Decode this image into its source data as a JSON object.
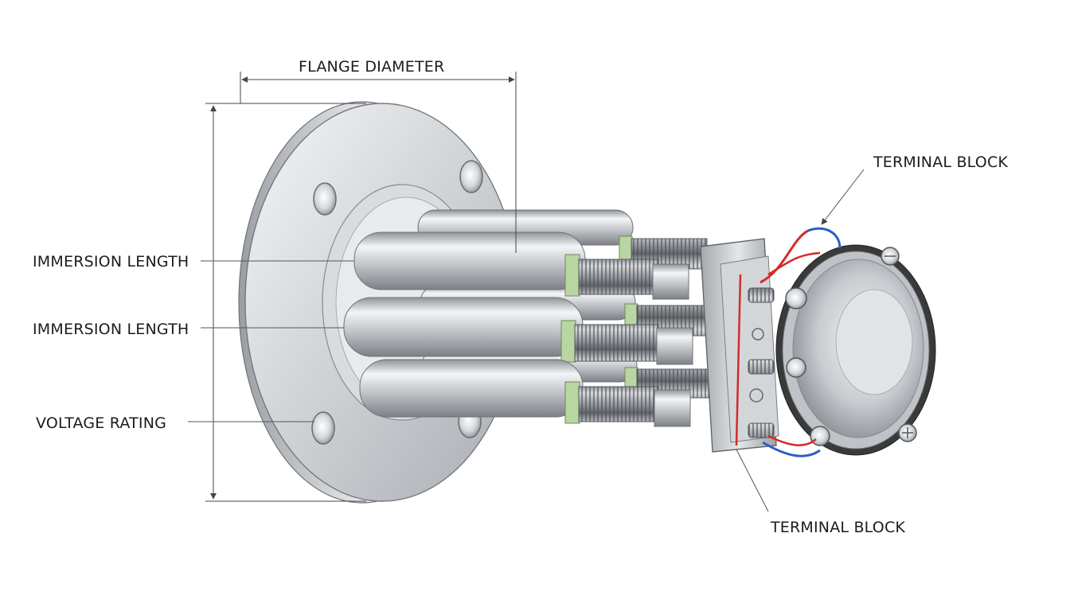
{
  "labels": {
    "flange_diameter": "FLANGE DIAMETER",
    "immersion_length_1": "IMMERSION LENGTH",
    "immersion_length_2": "IMMERSION LENGTH",
    "voltage_rating": "VOLTAGE RATING",
    "terminal_block_top": "TERMINAL BLOCK",
    "terminal_block_bottom": "TERMINAL BLOCK"
  },
  "colors": {
    "steel": "#c9ccd0",
    "steel_dark": "#8e9297",
    "steel_light": "#f2f3f4",
    "insulator": "#b9d6a2",
    "wire_red": "#d42a2a",
    "wire_blue": "#2a5fc8",
    "gasket": "#3a3a3a",
    "line": "#444444"
  },
  "icons": [
    "bolt-hole-icon",
    "screw-icon",
    "wire-icon"
  ]
}
